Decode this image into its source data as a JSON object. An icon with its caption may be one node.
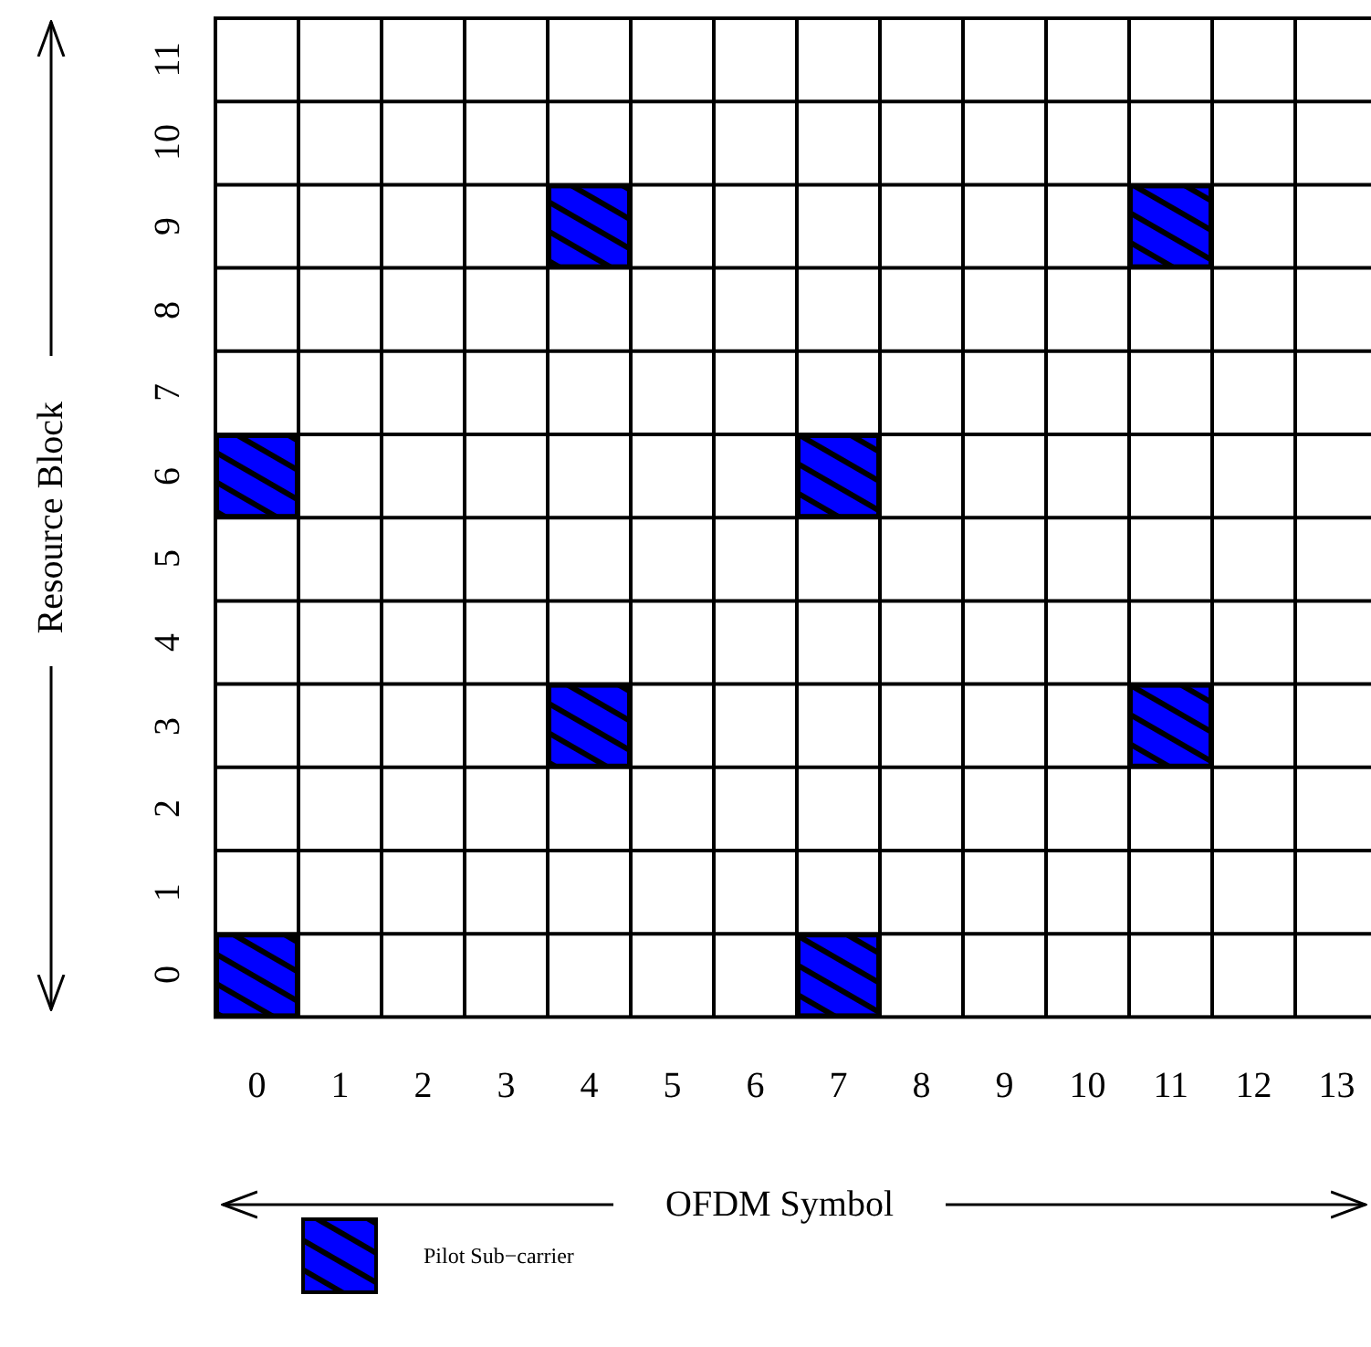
{
  "diagram": {
    "labels": [
      "Resource Block",
      "11",
      "10",
      "9",
      "8",
      "7",
      "6",
      "5",
      "4",
      "3",
      "2",
      "1",
      "0",
      "0",
      "1",
      "2",
      "3",
      "4",
      "5",
      "6",
      "7",
      "8",
      "9",
      "10",
      "11",
      "12",
      "13",
      "OFDM Symbol"
    ],
    "legend": [
      {
        "text": "Pilot Sub−carrier",
        "color": "#0000ff"
      }
    ]
  }
}
